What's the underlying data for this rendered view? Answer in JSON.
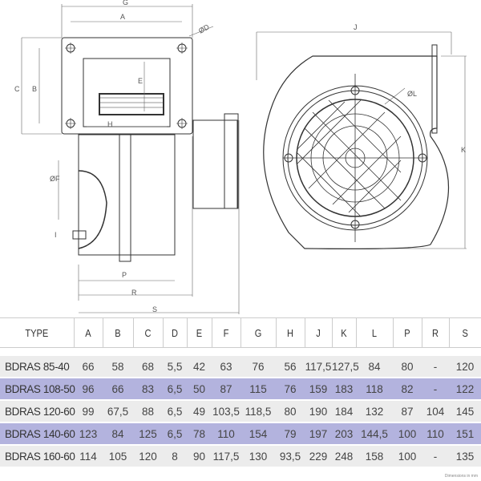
{
  "drawing": {
    "labels": {
      "G": "G",
      "A": "A",
      "D": "ØD",
      "C": "C",
      "B": "B",
      "E": "E",
      "H": "H",
      "F": "ØF",
      "I": "I",
      "P": "P",
      "R": "R",
      "S": "S",
      "J": "J",
      "L": "ØL",
      "K": "K"
    }
  },
  "table": {
    "headers": [
      "TYPE",
      "A",
      "B",
      "C",
      "D",
      "E",
      "F",
      "G",
      "H",
      "J",
      "K",
      "L",
      "P",
      "R",
      "S"
    ],
    "rows": [
      [
        "BDRAS 85-40",
        "66",
        "58",
        "68",
        "5,5",
        "42",
        "63",
        "76",
        "56",
        "117,5",
        "127,5",
        "84",
        "80",
        "-",
        "120"
      ],
      [
        "BDRAS 108-50",
        "96",
        "66",
        "83",
        "6,5",
        "50",
        "87",
        "115",
        "76",
        "159",
        "183",
        "118",
        "82",
        "-",
        "122"
      ],
      [
        "BDRAS 120-60",
        "99",
        "67,5",
        "88",
        "6,5",
        "49",
        "103,5",
        "118,5",
        "80",
        "190",
        "184",
        "132",
        "87",
        "104",
        "145"
      ],
      [
        "BDRAS 140-60",
        "123",
        "84",
        "125",
        "6,5",
        "78",
        "110",
        "154",
        "79",
        "197",
        "203",
        "144,5",
        "100",
        "110",
        "151"
      ],
      [
        "BDRAS 160-60",
        "114",
        "105",
        "120",
        "8",
        "90",
        "117,5",
        "130",
        "93,5",
        "229",
        "248",
        "158",
        "100",
        "-",
        "135"
      ]
    ],
    "row_colors": [
      "#ececec",
      "#b3b3de"
    ]
  },
  "footer": {
    "note": "Dimensions in mm"
  }
}
